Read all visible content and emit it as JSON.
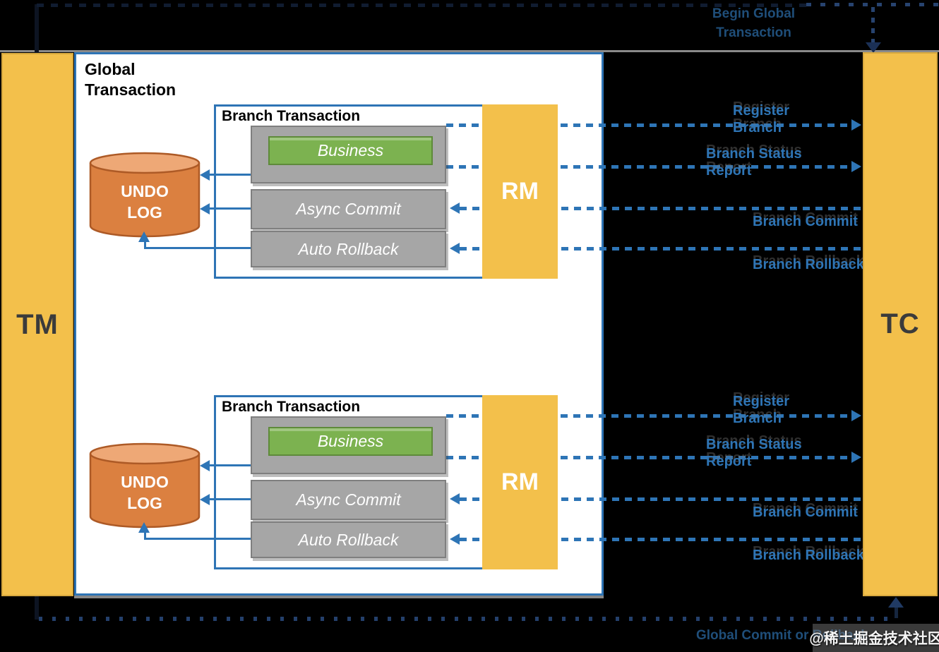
{
  "flow": {
    "top_label": "Begin Global Transaction",
    "bottom_label": "Global Commit or Rollback"
  },
  "actors": {
    "tm": "TM",
    "tc": "TC"
  },
  "global_transaction": {
    "title": "Global Transaction"
  },
  "branches": [
    {
      "title": "Branch Transaction",
      "rm_label": "RM",
      "undo_log": "UNDO LOG",
      "business": "Business",
      "async_commit": "Async Commit",
      "auto_rollback": "Auto Rollback",
      "msg_register": "Register Branch",
      "msg_status": "Branch Status Report",
      "msg_commit": "Branch Commit",
      "msg_rollback": "Branch Rollback"
    },
    {
      "title": "Branch Transaction",
      "rm_label": "RM",
      "undo_log": "UNDO LOG",
      "business": "Business",
      "async_commit": "Async Commit",
      "auto_rollback": "Auto Rollback",
      "msg_register": "Register Branch",
      "msg_status": "Branch Status Report",
      "msg_commit": "Branch Commit",
      "msg_rollback": "Branch Rollback"
    }
  ],
  "watermark": "@稀土掘金技术社区",
  "colors": {
    "accent-blue": "#2E75B6",
    "label-dark-blue": "#1F4E79",
    "block-yellow": "#F3C04B",
    "box-gray": "#A6A6A6",
    "business-green": "#7CB250",
    "undo-orange": "#DB8040",
    "undo-orange-top": "#EEA876",
    "undo-border": "#AD5A26"
  }
}
